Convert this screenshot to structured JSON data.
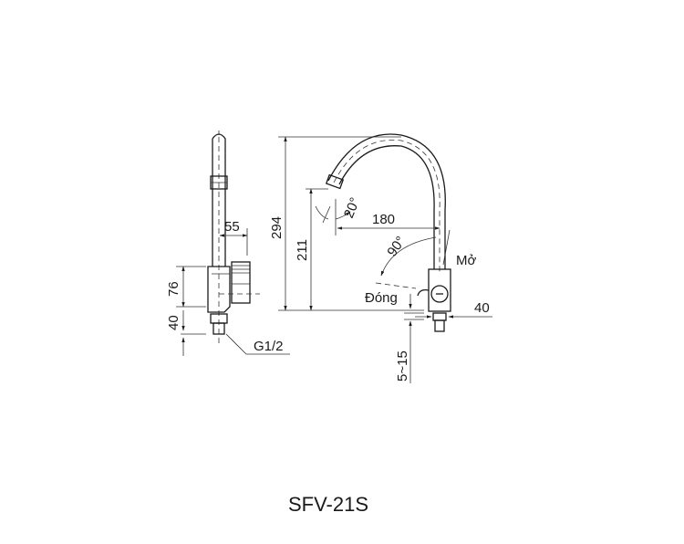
{
  "drawing": {
    "model": "SFV-21S",
    "side_view": {
      "dimensions": {
        "spout_offset": "55",
        "body_height": "76",
        "shank_length": "40",
        "thread": "G1/2"
      }
    },
    "front_view": {
      "dimensions": {
        "total_height": "294",
        "spout_height": "211",
        "spout_reach": "180",
        "spout_angle": "20°",
        "handle_rotation": "90°",
        "base_width": "40",
        "counter_thickness": "5~15"
      },
      "labels": {
        "open": "Mở",
        "close": "Đóng"
      }
    }
  }
}
